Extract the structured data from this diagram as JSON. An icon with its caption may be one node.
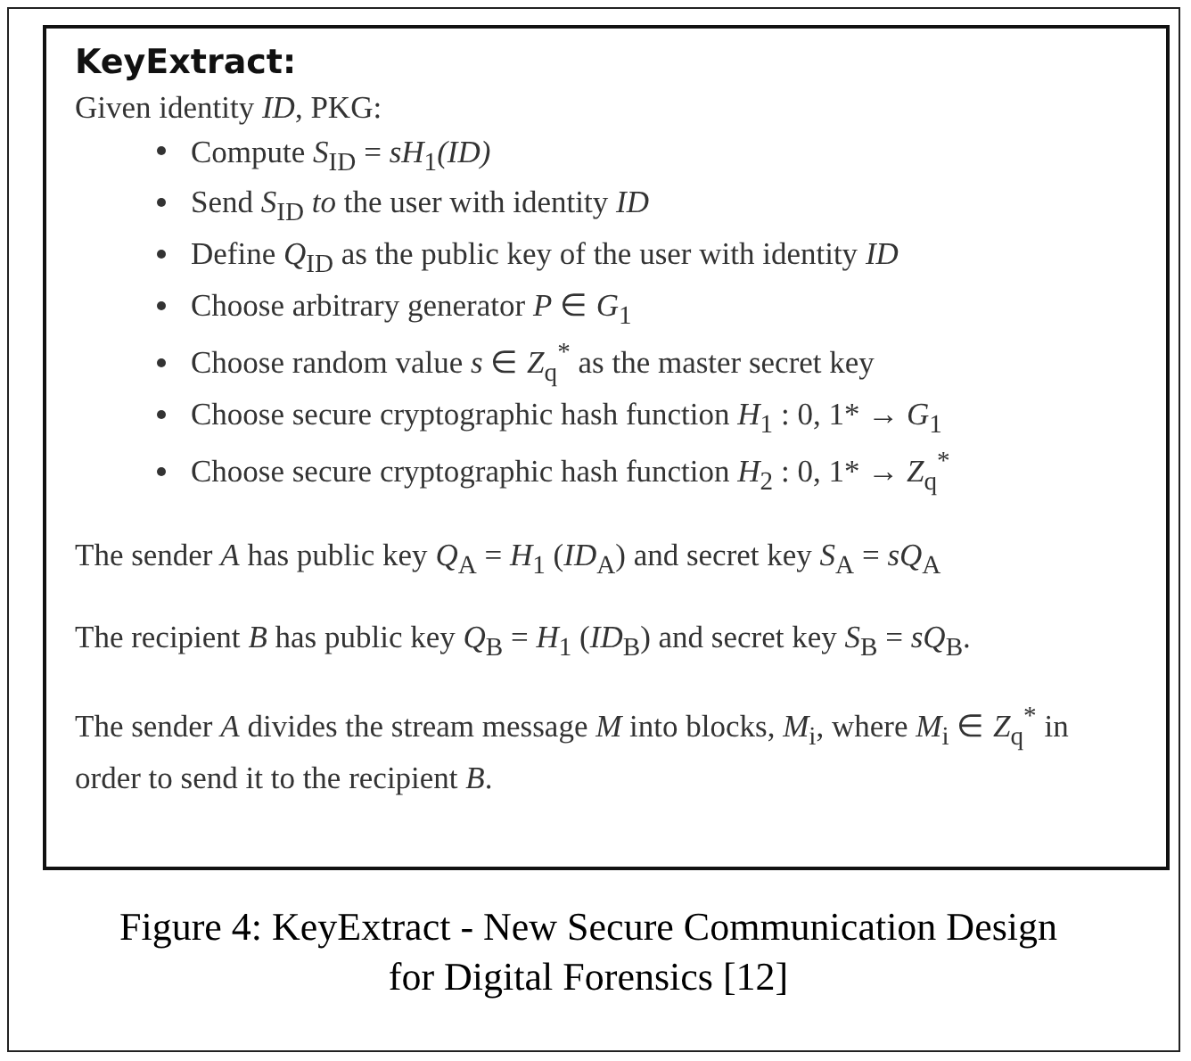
{
  "diagram": {
    "caption": "Figure 4: KeyExtract - New Secure Communication Design for Digital Forensics [12]",
    "nodes": [
      {
        "text": [
          "KeyExtract:",
          "Given identity *ID*, PKG:",
          "Compute *S*$_{ID}$ = *sH*$_{1}$*(ID)*",
          "Send *S*$_{ID}$ *to* the user with identity *ID*",
          "Define *Q*$_{ID}$ as the public key of the user with identity *ID*",
          "Choose arbitrary generator *P* ∈ *G*$_{1}$",
          "Choose random value *s* ∈ *Z*$_{q}$$^{*}$ as the master secret key",
          "Choose secure cryptographic hash function *H*$_{1}$ : 0, 1* → *G*$_{1}$",
          "Choose secure cryptographic hash function *H*$_{2}$ : 0, 1* → *Z*$_{q}$$^{*}$",
          "The sender *A* has public key *Q*$_{A}$ = *H*$_{1}$ (*ID*$_{A}$) and secret key *S*$_{A}$ = *sQ*$_{A}$",
          "The recipient *B* has public key *Q*$_{B}$ = *H*$_{1}$ (*ID*$_{B}$) and secret key *S*$_{B}$ = *sQ*$_{B}$.",
          "The sender *A* divides the stream message *M* into blocks, *M*$_{i}$, where *M*$_{i}$ ∈ *Z*$_{q}$$^{*}$ in order to send it to the recipient *B*."
        ]
      }
    ]
  }
}
